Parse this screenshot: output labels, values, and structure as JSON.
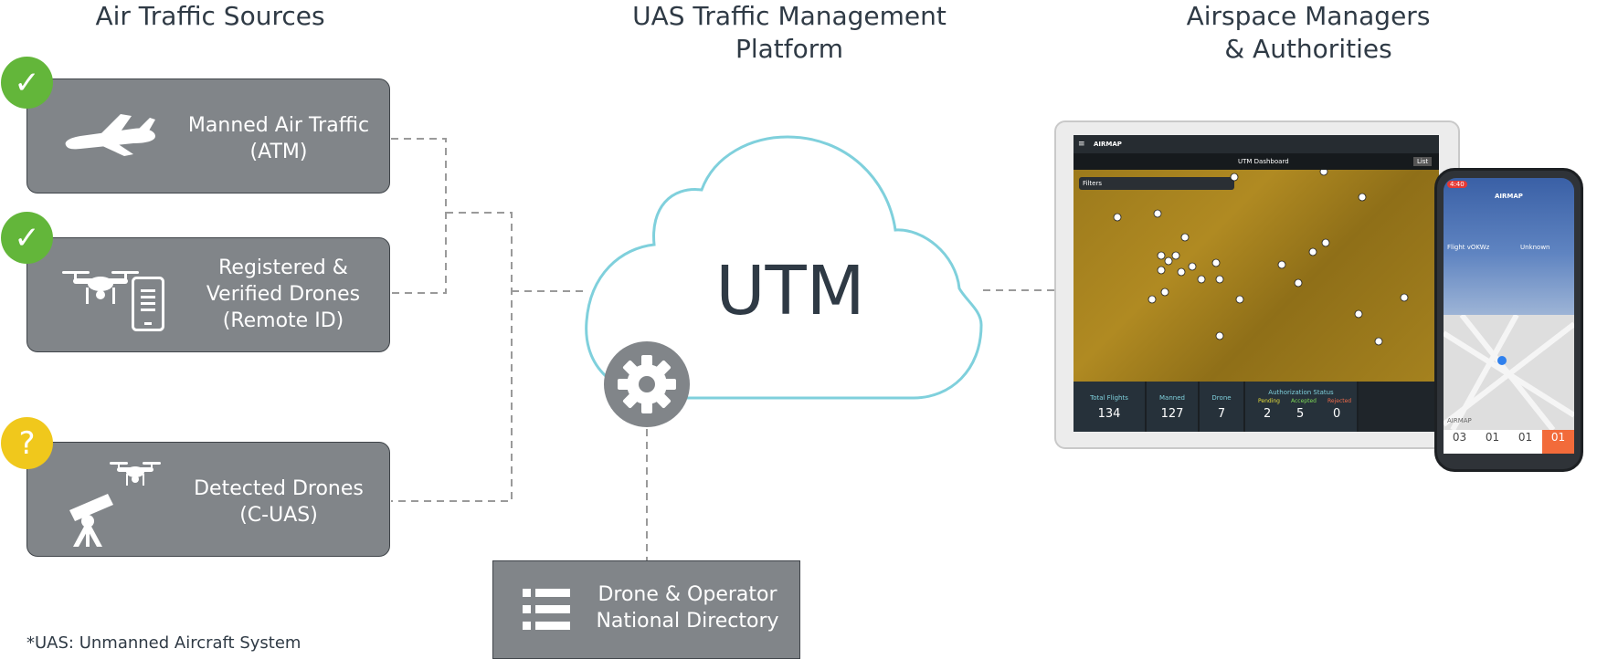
{
  "headings": {
    "sources": "Air Traffic Sources",
    "platform_line1": "UAS Traffic Management",
    "platform_line2": "Platform",
    "managers_line1": "Airspace Managers",
    "managers_line2": "& Authorities"
  },
  "sources": [
    {
      "line1": "Manned Air Traffic",
      "line2": "(ATM)",
      "status": "check"
    },
    {
      "line1": "Registered &",
      "line2": "Verified Drones",
      "line3": "(Remote ID)",
      "status": "check"
    },
    {
      "line1": "Detected Drones",
      "line2": "(C-UAS)",
      "status": "question"
    }
  ],
  "badges": {
    "check_glyph": "✓",
    "question_glyph": "?"
  },
  "cloud": {
    "label": "UTM"
  },
  "directory": {
    "line1": "Drone & Operator",
    "line2": "National Directory"
  },
  "footnote": "*UAS: Unmanned Aircraft System",
  "dashboard": {
    "brand": "AIRMAP",
    "title": "UTM Dashboard",
    "list_button": "List",
    "filters_label": "Filters",
    "stats": [
      {
        "label": "Total Flights",
        "value": "134"
      },
      {
        "label": "Manned",
        "value": "127"
      },
      {
        "label": "Drone",
        "value": "7"
      }
    ],
    "authorization": {
      "title": "Authorization Status",
      "pending_label": "Pending",
      "pending": "2",
      "accepted_label": "Accepted",
      "accepted": "5",
      "rejected_label": "Rejected",
      "rejected": "0"
    }
  },
  "phone": {
    "time": "4:40",
    "brand": "AIRMAP",
    "flight_label": "Flight vOKWz",
    "unknown_label": "Unknown",
    "map_brand": "AIRMAP",
    "counts": [
      "03",
      "01",
      "01",
      "01"
    ]
  },
  "colors": {
    "box_fill": "#818589",
    "box_border": "#3f4449",
    "check_green": "#63b63a",
    "question_yellow": "#f0c81c",
    "cloud_stroke": "#7fd0dc",
    "gear_fill": "#818589",
    "text_dark": "#2f3a45",
    "dashed_line": "#9a9a9a"
  }
}
